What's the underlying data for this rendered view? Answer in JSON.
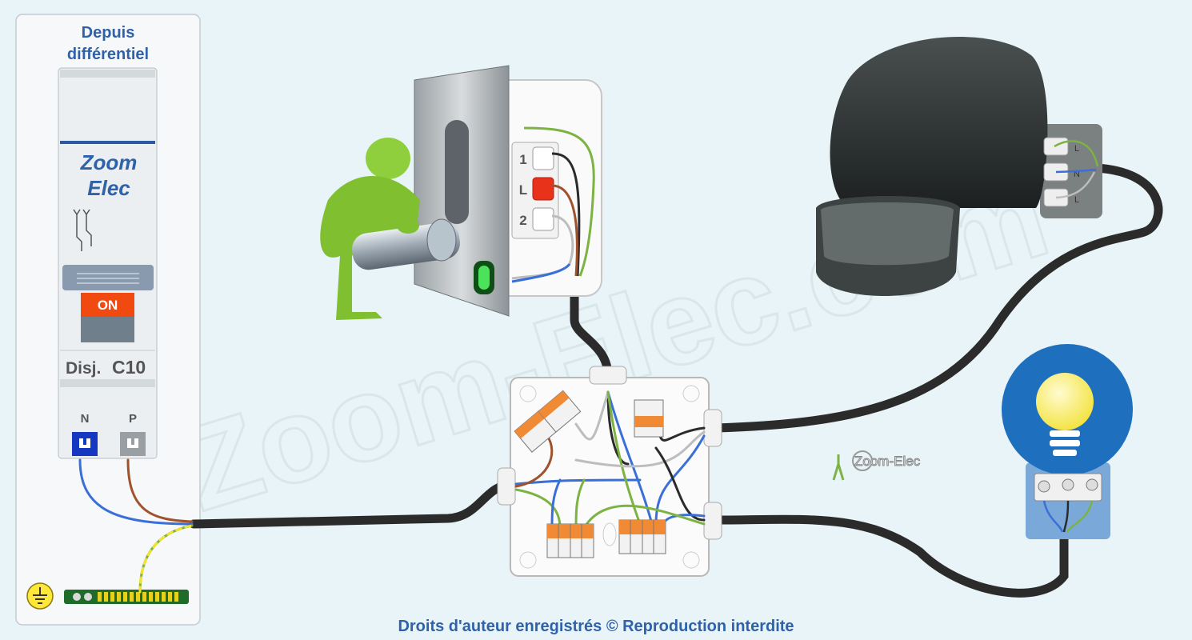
{
  "panel": {
    "title_line1": "Depuis",
    "title_line2": "différentiel",
    "breaker": {
      "brand_line1": "Zoom",
      "brand_line2": "Elec",
      "state_label": "ON",
      "rating_prefix": "Disj.",
      "rating_value": "C10",
      "terminal_neutral": "N",
      "terminal_phase": "P"
    }
  },
  "switch": {
    "terminal_1": "1",
    "terminal_l": "L",
    "terminal_2": "2"
  },
  "detector": {
    "terminal_labels": [
      "L",
      "N",
      "L"
    ]
  },
  "watermark": {
    "large": "Zoom-Elec.com",
    "logo": "Zoom-Elec"
  },
  "footer": {
    "copyright": "Droits d'auteur enregistrés © Reproduction interdite"
  },
  "colors": {
    "background": "#e8f4f7",
    "cable_sheath": "#2b2b2b",
    "neutral_blue": "#3a6fd8",
    "phase_brown": "#a0522d",
    "earth_green_yellow": "#7cb342",
    "return_grey": "#bdbdbd",
    "wago_orange": "#f08a34",
    "lamp_circle": "#1f6fbf",
    "lamp_bulb": "#fff04a",
    "figure_green": "#8fce3c",
    "text_blue": "#2f62a8"
  }
}
